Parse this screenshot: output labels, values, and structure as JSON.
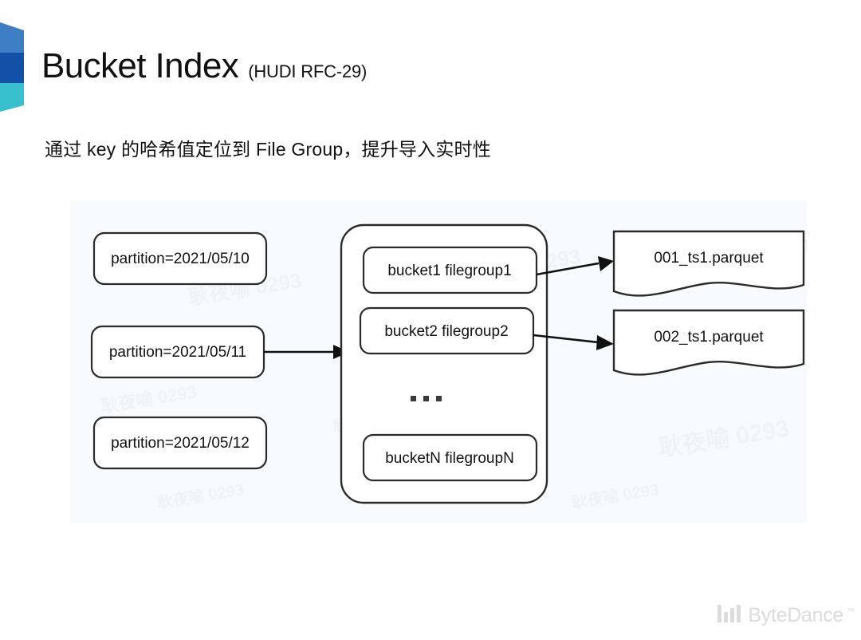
{
  "slide": {
    "title": "Bucket Index",
    "title_suffix": "(HUDI RFC-29)",
    "lead": "通过 key 的哈希值定位到 File Group，提升导入实时性"
  },
  "diagram": {
    "partitions": [
      {
        "label": "partition=2021/05/10"
      },
      {
        "label": "partition=2021/05/11"
      },
      {
        "label": "partition=2021/05/12"
      }
    ],
    "buckets": [
      {
        "label": "bucket1 filegroup1"
      },
      {
        "label": "bucket2 filegroup2"
      },
      {
        "label": "bucketN filegroupN"
      }
    ],
    "ellipsis": "...",
    "files": [
      {
        "label": "001_ts1.parquet"
      },
      {
        "label": "002_ts1.parquet"
      }
    ],
    "watermark_text": "耿夜喻 0293"
  },
  "branding": {
    "name": "ByteDance",
    "trademark": "™"
  },
  "colors": {
    "mark_light_blue": "#3d7dc4",
    "mark_dark_blue": "#1350a8",
    "mark_teal": "#39c0cf",
    "panel_bg": "#f8fbfd",
    "stroke": "#2b2b2b",
    "brand_gray": "#dcdcdc",
    "watermark": "#eef3f7"
  }
}
